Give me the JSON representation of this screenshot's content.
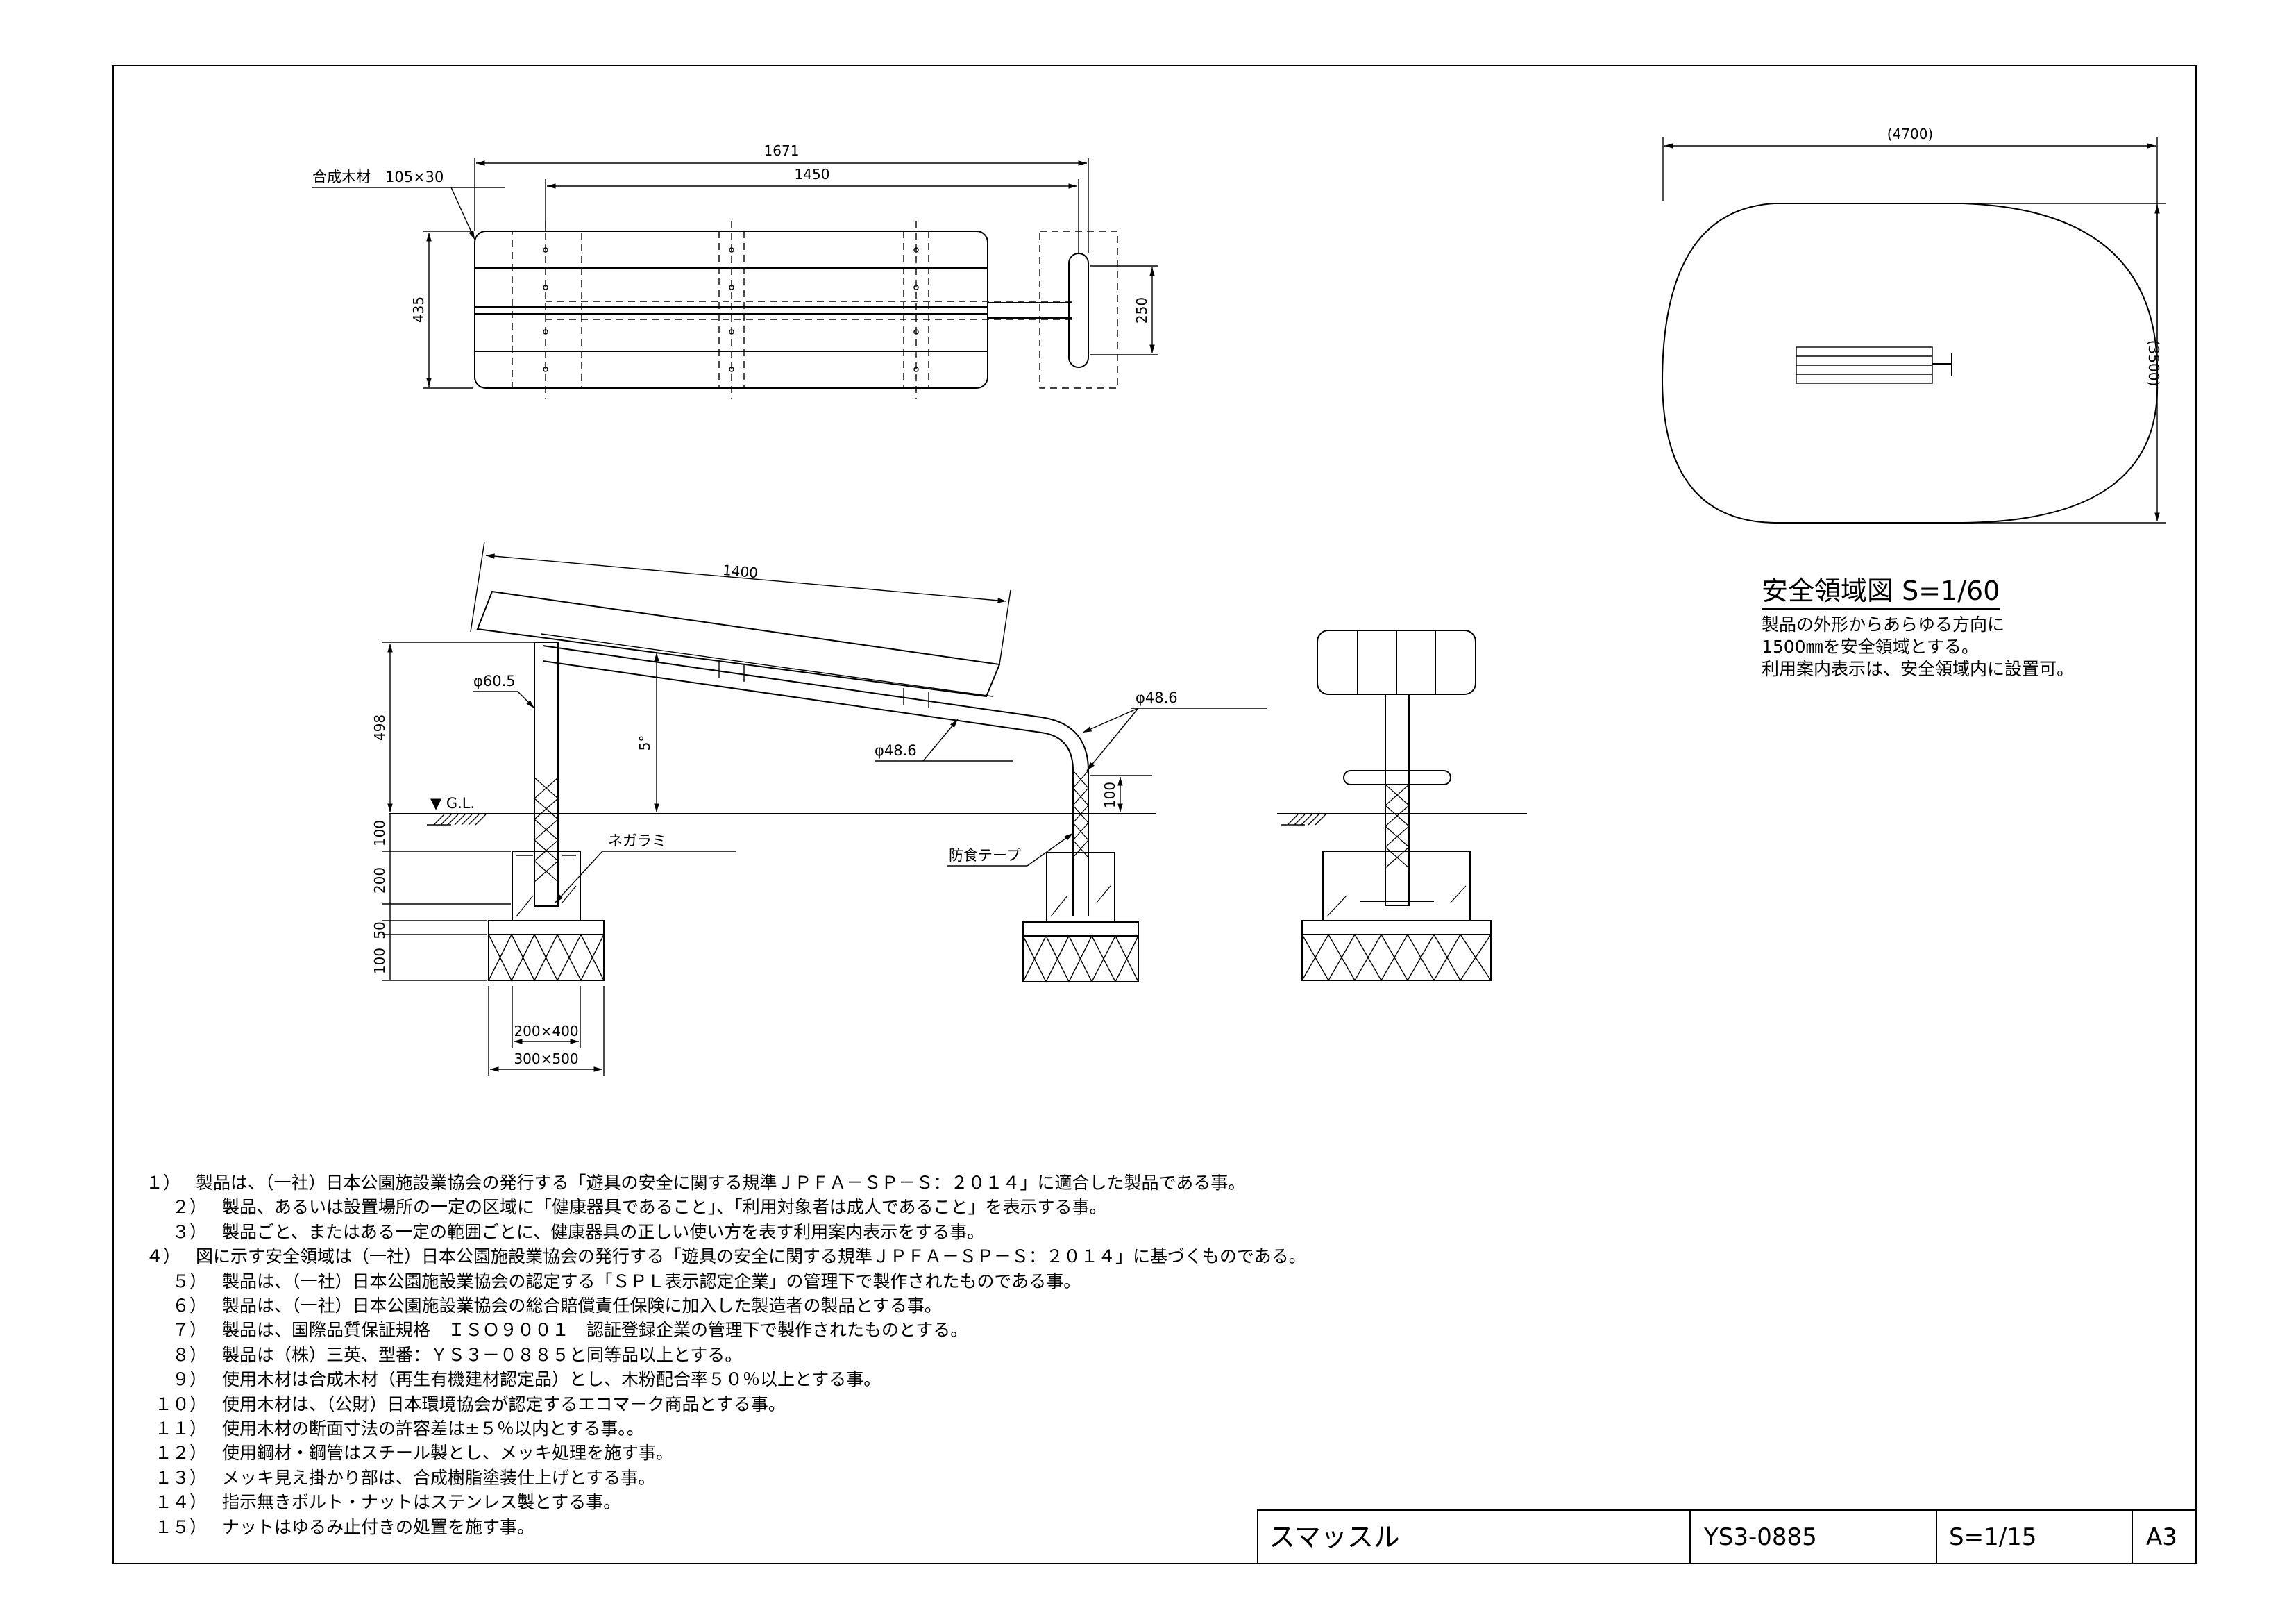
{
  "drawing": {
    "top_view": {
      "material_label": "合成木材　105×30",
      "dim_overall_length": "1671",
      "dim_inner_length": "1450",
      "dim_width": "435",
      "dim_pedal": "250"
    },
    "side_view": {
      "dim_slope_length": "1400",
      "dim_height": "498",
      "angle": "5°",
      "pipe_post": "φ60.5",
      "pipe_bar": "φ48.6",
      "pipe_bend": "φ48.6",
      "ground_label": "▼ G.L.",
      "root_wrap_label": "ネガラミ",
      "anticorrosion_label": "防食テープ",
      "dim_embed_100": "100",
      "dim_footing_200": "200",
      "dim_base_100": "100",
      "dim_base_50": "50",
      "dim_post_100": "100",
      "footing_top_size": "200×400",
      "footing_bottom_size": "300×500"
    },
    "safety_view": {
      "dim_length": "(4700)",
      "dim_width": "(3500)"
    }
  },
  "safety_area": {
    "title": "安全領域図 S=1/60",
    "lines": [
      "製品の外形からあらゆる方向に",
      "1500㎜を安全領域とする。",
      "利用案内表示は、安全領域内に設置可。"
    ]
  },
  "notes": [
    {
      "no": "１）",
      "text": "製品は、（一社）日本公園施設業協会の発行する「遊具の安全に関する規準ＪＰＦＡ－ＳＰ－Ｓ：２０１４」に適合した製品である事。"
    },
    {
      "no": "２）",
      "text": "製品、あるいは設置場所の一定の区域に「健康器具であること」、「利用対象者は成人であること」を表示する事。"
    },
    {
      "no": "３）",
      "text": "製品ごと、またはある一定の範囲ごとに、健康器具の正しい使い方を表す利用案内表示をする事。"
    },
    {
      "no": "４）",
      "text": "図に示す安全領域は（一社）日本公園施設業協会の発行する「遊具の安全に関する規準ＪＰＦＡ－ＳＰ－Ｓ：２０１４」に基づくものである。"
    },
    {
      "no": "５）",
      "text": "製品は、（一社）日本公園施設業協会の認定する「ＳＰＬ表示認定企業」の管理下で製作されたものである事。"
    },
    {
      "no": "６）",
      "text": "製品は、（一社）日本公園施設業協会の総合賠償責任保険に加入した製造者の製品とする事。"
    },
    {
      "no": "７）",
      "text": "製品は、国際品質保証規格　ＩＳＯ９００１　認証登録企業の管理下で製作されたものとする。"
    },
    {
      "no": "８）",
      "text": "製品は（株）三英、型番：ＹＳ３－０８８５と同等品以上とする。"
    },
    {
      "no": "９）",
      "text": "使用木材は合成木材（再生有機建材認定品）とし、木粉配合率５０％以上とする事。"
    },
    {
      "no": "１０）",
      "text": "使用木材は、（公財）日本環境協会が認定するエコマーク商品とする事。"
    },
    {
      "no": "１１）",
      "text": "使用木材の断面寸法の許容差は±５％以内とする事。。"
    },
    {
      "no": "１２）",
      "text": "使用鋼材・鋼管はスチール製とし、メッキ処理を施す事。"
    },
    {
      "no": "１３）",
      "text": "メッキ見え掛かり部は、合成樹脂塗装仕上げとする事。"
    },
    {
      "no": "１４）",
      "text": "指示無きボルト・ナットはステンレス製とする事。"
    },
    {
      "no": "１５）",
      "text": "ナットはゆるみ止付きの処置を施す事。"
    }
  ],
  "title_block": {
    "name": "スマッスル",
    "model": "YS3-0885",
    "scale": "S=1/15",
    "paper": "A3"
  }
}
